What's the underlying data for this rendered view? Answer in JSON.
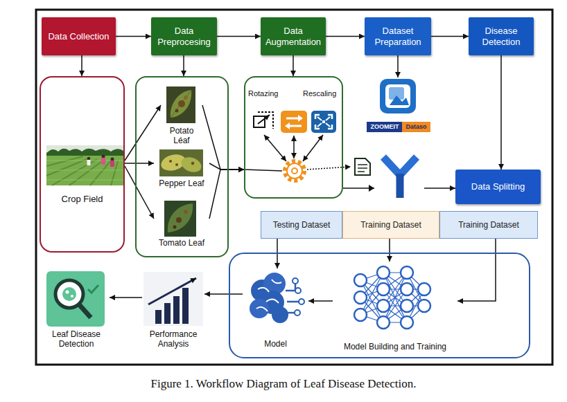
{
  "diagram": {
    "caption": "Figure 1. Workflow Diagram of Leaf Disease Detection.",
    "nodes": [
      {
        "text": [
          "Data Collection"
        ]
      },
      {
        "text": [
          "Data Preprocesing"
        ]
      },
      {
        "text": [
          "Data Augmentation"
        ]
      },
      {
        "text": [
          "Dataset Preparation"
        ]
      },
      {
        "text": [
          "Disease Detection"
        ]
      },
      {
        "text": [
          "Crop Field"
        ]
      },
      {
        "text": []
      },
      {
        "text": [
          "Potato Léaf"
        ],
        "in": 6
      },
      {
        "text": [
          "Pepper Leaf"
        ],
        "in": 6
      },
      {
        "text": [
          "Tomato Leaf"
        ],
        "in": 6
      },
      {
        "text": []
      },
      {
        "text": [
          "ZOOMEIT",
          "Dataso"
        ]
      },
      {
        "text": [
          "Data Splitting"
        ]
      },
      {
        "text": [
          "Testing Dataset"
        ]
      },
      {
        "text": [
          "Training Dataset"
        ]
      },
      {
        "text": [
          "Training Dataset"
        ]
      },
      {
        "text": []
      },
      {
        "text": [
          "Model"
        ],
        "in": 16
      },
      {
        "text": [
          "Model Building and Training"
        ],
        "in": 16
      },
      {
        "text": [
          "Performance Analysis"
        ]
      },
      {
        "text": [
          "Leaf Disease Detection"
        ]
      }
    ],
    "edges": [
      {
        "from": 0,
        "to": 1,
        "arrow": "to"
      },
      {
        "from": 1,
        "to": 2,
        "arrow": "to"
      },
      {
        "from": 2,
        "to": 3,
        "arrow": "to"
      },
      {
        "from": 3,
        "to": 4,
        "arrow": "to"
      },
      {
        "from": 0,
        "to": 5,
        "arrow": "to"
      },
      {
        "from": 1,
        "to": 6,
        "arrow": "to"
      },
      {
        "from": 2,
        "to": 10,
        "arrow": "to"
      },
      {
        "from": 3,
        "to": 11,
        "arrow": "to"
      },
      {
        "from": 4,
        "to": 12,
        "arrow": "to"
      },
      {
        "from": 5,
        "to": 7,
        "arrow": "to"
      },
      {
        "from": 5,
        "to": 8,
        "arrow": "to"
      },
      {
        "from": 5,
        "to": 9,
        "arrow": "to"
      },
      {
        "from": 7,
        "to": 10,
        "arrow": "to"
      },
      {
        "from": 8,
        "to": 10,
        "arrow": "to"
      },
      {
        "from": 9,
        "to": 10,
        "arrow": "to"
      },
      {
        "from": 10,
        "to": 12,
        "arrow": "to"
      },
      {
        "from": 13,
        "to": 17,
        "arrow": "to"
      },
      {
        "from": 14,
        "to": 18,
        "arrow": "to"
      },
      {
        "from": 15,
        "to": 18,
        "arrow": "to"
      },
      {
        "from": 18,
        "to": 17,
        "arrow": "to"
      },
      {
        "from": 17,
        "to": 19,
        "arrow": "to"
      },
      {
        "from": 19,
        "to": 20,
        "arrow": "to"
      }
    ],
    "labels": [
      "Rotazing",
      "Rescaling"
    ]
  }
}
